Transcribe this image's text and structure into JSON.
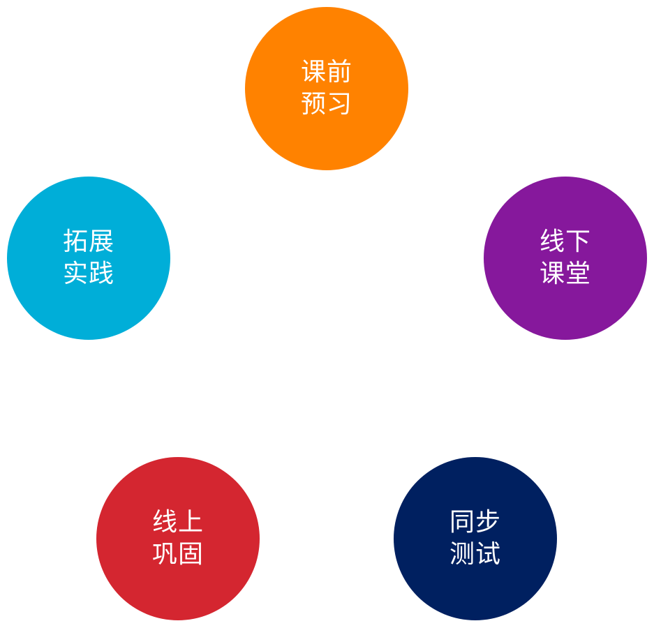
{
  "cycle": {
    "nodes": [
      {
        "line1": "课前",
        "line2": "预习",
        "color": "#FF8200"
      },
      {
        "line1": "线下",
        "line2": "课堂",
        "color": "#86189C"
      },
      {
        "line1": "同步",
        "line2": "测试",
        "color": "#002060"
      },
      {
        "line1": "线上",
        "line2": "巩固",
        "color": "#D42630"
      },
      {
        "line1": "拓展",
        "line2": "实践",
        "color": "#00AED8"
      }
    ]
  }
}
